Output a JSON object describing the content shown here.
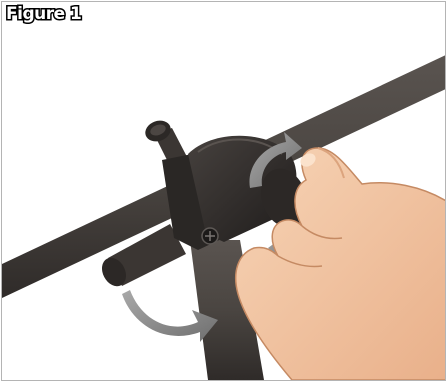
{
  "figure": {
    "label": "Figure 1"
  },
  "colors": {
    "arm": "#4a4541",
    "arm_shade": "#3a3532",
    "clamp": "#2a2725",
    "clamp_highlight": "#3f3b38",
    "rotation_arrow": "#8a8a8a",
    "skin": "#f3c9a6",
    "skin_shadow": "#dca47e",
    "skin_outline": "#c58a63",
    "frame_border": "#b4b4b4"
  },
  "icons": [
    "tube-end-cap",
    "clamp-screw",
    "rotation-arrow",
    "hand"
  ]
}
